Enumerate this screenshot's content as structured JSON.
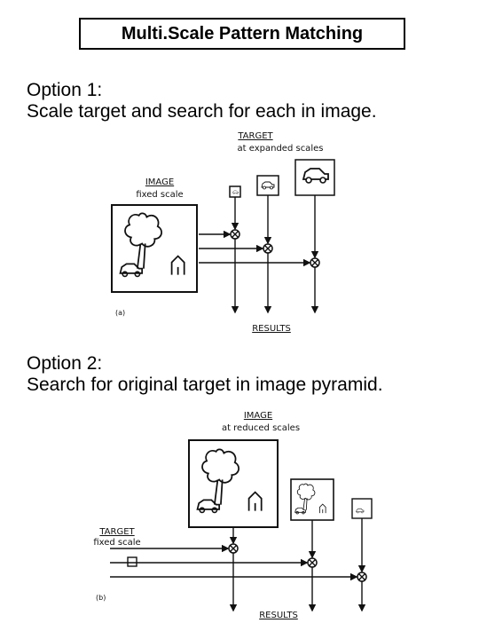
{
  "title": "Multi.Scale Pattern Matching",
  "option1": {
    "heading": "Option 1:",
    "text": "Scale target and search for each in image.",
    "diagram": {
      "target_label": "TARGET",
      "target_sublabel": "at expanded scales",
      "image_label": "IMAGE",
      "image_sublabel": "fixed scale",
      "panel_tag": "(a)",
      "results_label": "RESULTS"
    }
  },
  "option2": {
    "heading": "Option 2:",
    "text": "Search for original target in image pyramid.",
    "diagram": {
      "image_label": "IMAGE",
      "image_sublabel": "at reduced scales",
      "target_label": "TARGET",
      "target_sublabel": "fixed scale",
      "panel_tag": "(b)",
      "results_label": "RESULTS"
    }
  }
}
